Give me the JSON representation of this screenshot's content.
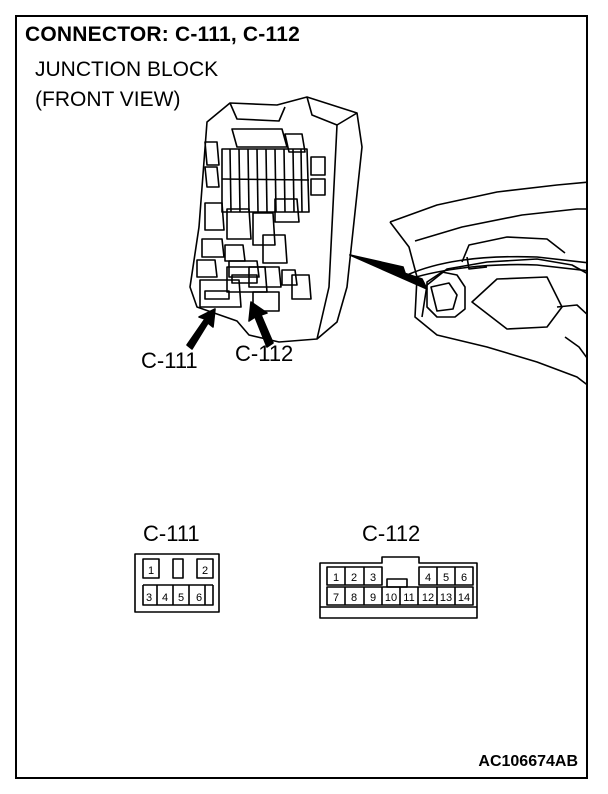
{
  "title": "CONNECTOR: C-111, C-112",
  "subtitle_line1": "JUNCTION BLOCK",
  "subtitle_line2": "(FRONT VIEW)",
  "callouts": {
    "c111": "C-111",
    "c112": "C-112"
  },
  "connectors": {
    "c111": {
      "name": "C-111",
      "top_pins": [
        "1",
        "2"
      ],
      "bottom_pins": [
        "3",
        "4",
        "5",
        "6"
      ]
    },
    "c112": {
      "name": "C-112",
      "top_pins": [
        "1",
        "2",
        "3",
        "4",
        "5",
        "6"
      ],
      "bottom_pins": [
        "7",
        "8",
        "9",
        "10",
        "11",
        "12",
        "13",
        "14"
      ]
    }
  },
  "reference": "AC106674AB",
  "colors": {
    "ink": "#000000",
    "paper": "#ffffff"
  }
}
